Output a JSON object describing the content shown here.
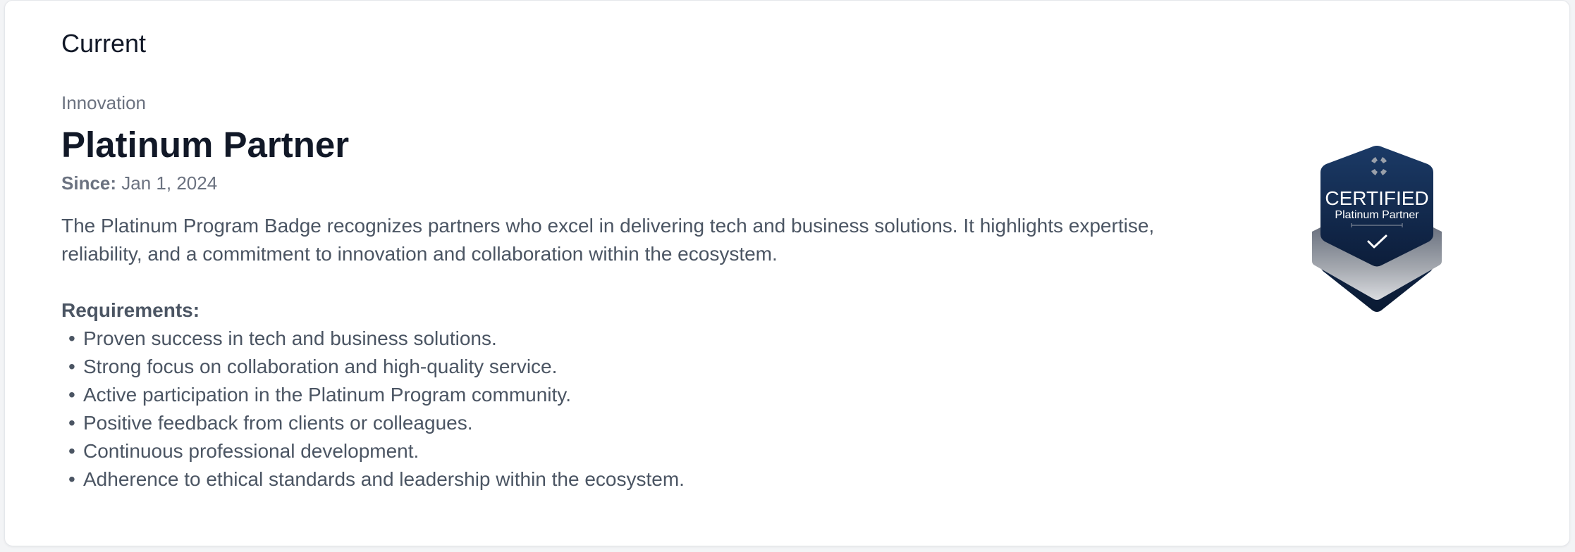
{
  "section": {
    "title": "Current"
  },
  "badge": {
    "category": "Innovation",
    "title": "Platinum Partner",
    "since_label": "Since:",
    "since_value": "Jan 1, 2024",
    "description": "The Platinum Program Badge recognizes partners who excel in delivering tech and business solutions. It highlights expertise, reliability, and a commitment to innovation and collaboration within the ecosystem.",
    "requirements_heading": "Requirements:",
    "requirements": [
      "Proven success in tech and business solutions.",
      "Strong focus on collaboration and high-quality service.",
      "Active participation in the Platinum Program community.",
      "Positive feedback from clients or colleagues.",
      "Continuous professional development.",
      "Adherence to ethical standards and leadership within the ecosystem."
    ],
    "image": {
      "main_text": "CERTIFIED",
      "sub_text": "Platinum Partner",
      "icons": [
        "logo-icon",
        "checkmark-icon"
      ],
      "colors": {
        "navy": "#13294b",
        "navy_dark": "#0d1f3c",
        "silver": "#9ca3af",
        "silver_light": "#d1d5db"
      }
    }
  }
}
